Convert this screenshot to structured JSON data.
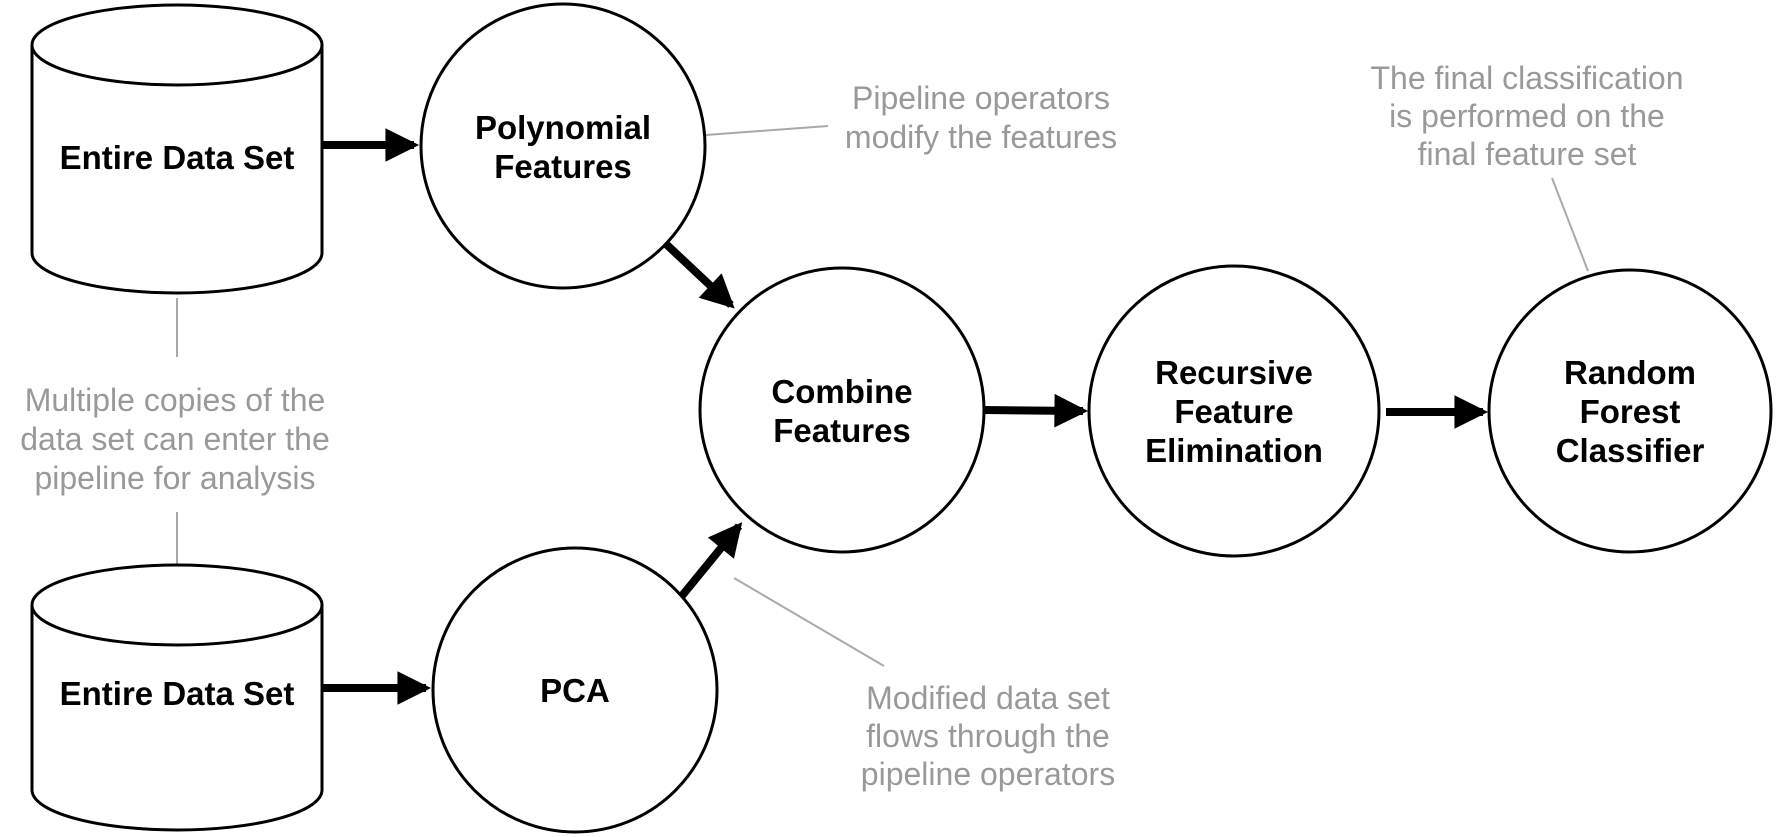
{
  "colors": {
    "background": "#ffffff",
    "node_stroke": "#000000",
    "node_text": "#000000",
    "arrow": "#000000",
    "annotation_text": "#999999",
    "leader_line": "#a9a9a9"
  },
  "datastores": {
    "top": {
      "label": "Entire Data Set"
    },
    "bottom": {
      "label": "Entire Data Set"
    }
  },
  "operators": {
    "polynomial_features": {
      "line1": "Polynomial",
      "line2": "Features"
    },
    "pca": {
      "label": "PCA"
    },
    "combine_features": {
      "line1": "Combine",
      "line2": "Features"
    },
    "recursive_feature_elimination": {
      "line1": "Recursive",
      "line2": "Feature",
      "line3": "Elimination"
    },
    "random_forest_classifier": {
      "line1": "Random",
      "line2": "Forest",
      "line3": "Classifier"
    }
  },
  "annotations": {
    "pipeline_operators": {
      "line1": "Pipeline operators",
      "line2": "modify the features"
    },
    "multiple_copies": {
      "line1": "Multiple copies of the",
      "line2": "data set can enter the",
      "line3": "pipeline for analysis"
    },
    "modified_data_set": {
      "line1": "Modified data set",
      "line2": "flows through the",
      "line3": "pipeline operators"
    },
    "final_classification": {
      "line1": "The final classification",
      "line2": "is performed on the",
      "line3": "final feature set"
    }
  }
}
